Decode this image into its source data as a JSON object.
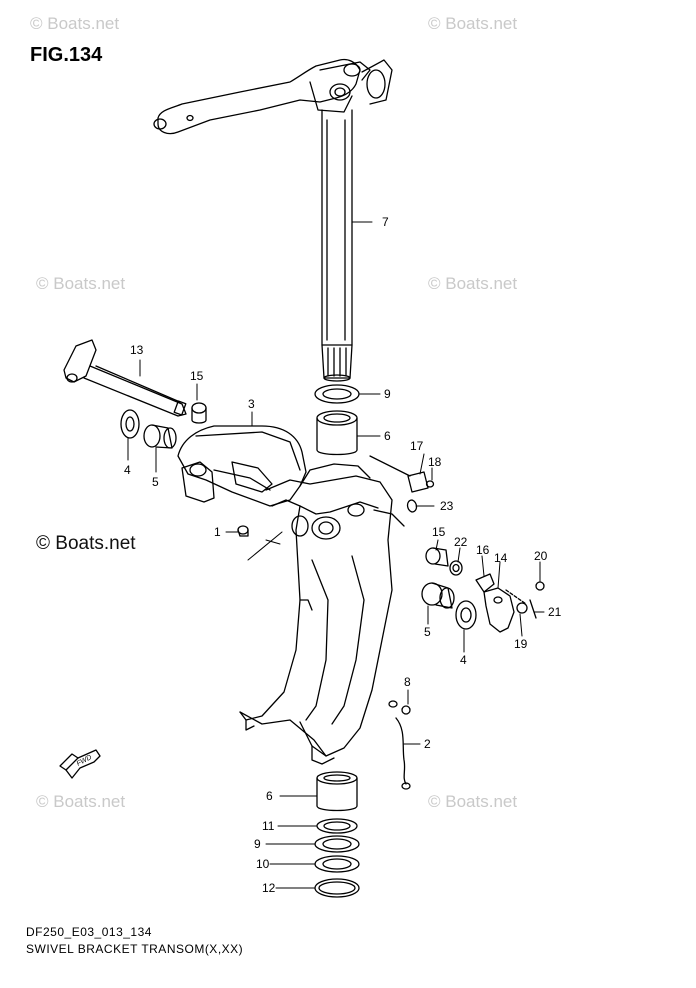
{
  "figure": {
    "title": "FIG.134",
    "model_code": "DF250_E03_013_134",
    "name": "SWIVEL BRACKET TRANSOM(X,XX)"
  },
  "watermarks": {
    "light_text": "© Boats.net",
    "dark_text": "© Boats.net"
  },
  "fwd_label": "FWD",
  "part_labels": [
    {
      "id": "p7",
      "text": "7"
    },
    {
      "id": "p13",
      "text": "13"
    },
    {
      "id": "p15a",
      "text": "15"
    },
    {
      "id": "p3",
      "text": "3"
    },
    {
      "id": "p9a",
      "text": "9"
    },
    {
      "id": "p6a",
      "text": "6"
    },
    {
      "id": "p4a",
      "text": "4"
    },
    {
      "id": "p5a",
      "text": "5"
    },
    {
      "id": "p17",
      "text": "17"
    },
    {
      "id": "p18",
      "text": "18"
    },
    {
      "id": "p23",
      "text": "23"
    },
    {
      "id": "p1",
      "text": "1"
    },
    {
      "id": "p15b",
      "text": "15"
    },
    {
      "id": "p22",
      "text": "22"
    },
    {
      "id": "p16",
      "text": "16"
    },
    {
      "id": "p14",
      "text": "14"
    },
    {
      "id": "p20",
      "text": "20"
    },
    {
      "id": "p21",
      "text": "21"
    },
    {
      "id": "p19",
      "text": "19"
    },
    {
      "id": "p5b",
      "text": "5"
    },
    {
      "id": "p4b",
      "text": "4"
    },
    {
      "id": "p8",
      "text": "8"
    },
    {
      "id": "p2",
      "text": "2"
    },
    {
      "id": "p6b",
      "text": "6"
    },
    {
      "id": "p11",
      "text": "11"
    },
    {
      "id": "p9b",
      "text": "9"
    },
    {
      "id": "p10",
      "text": "10"
    },
    {
      "id": "p12",
      "text": "12"
    }
  ],
  "colors": {
    "line": "#000000",
    "watermark": "#c9c9c9",
    "background": "#ffffff"
  }
}
